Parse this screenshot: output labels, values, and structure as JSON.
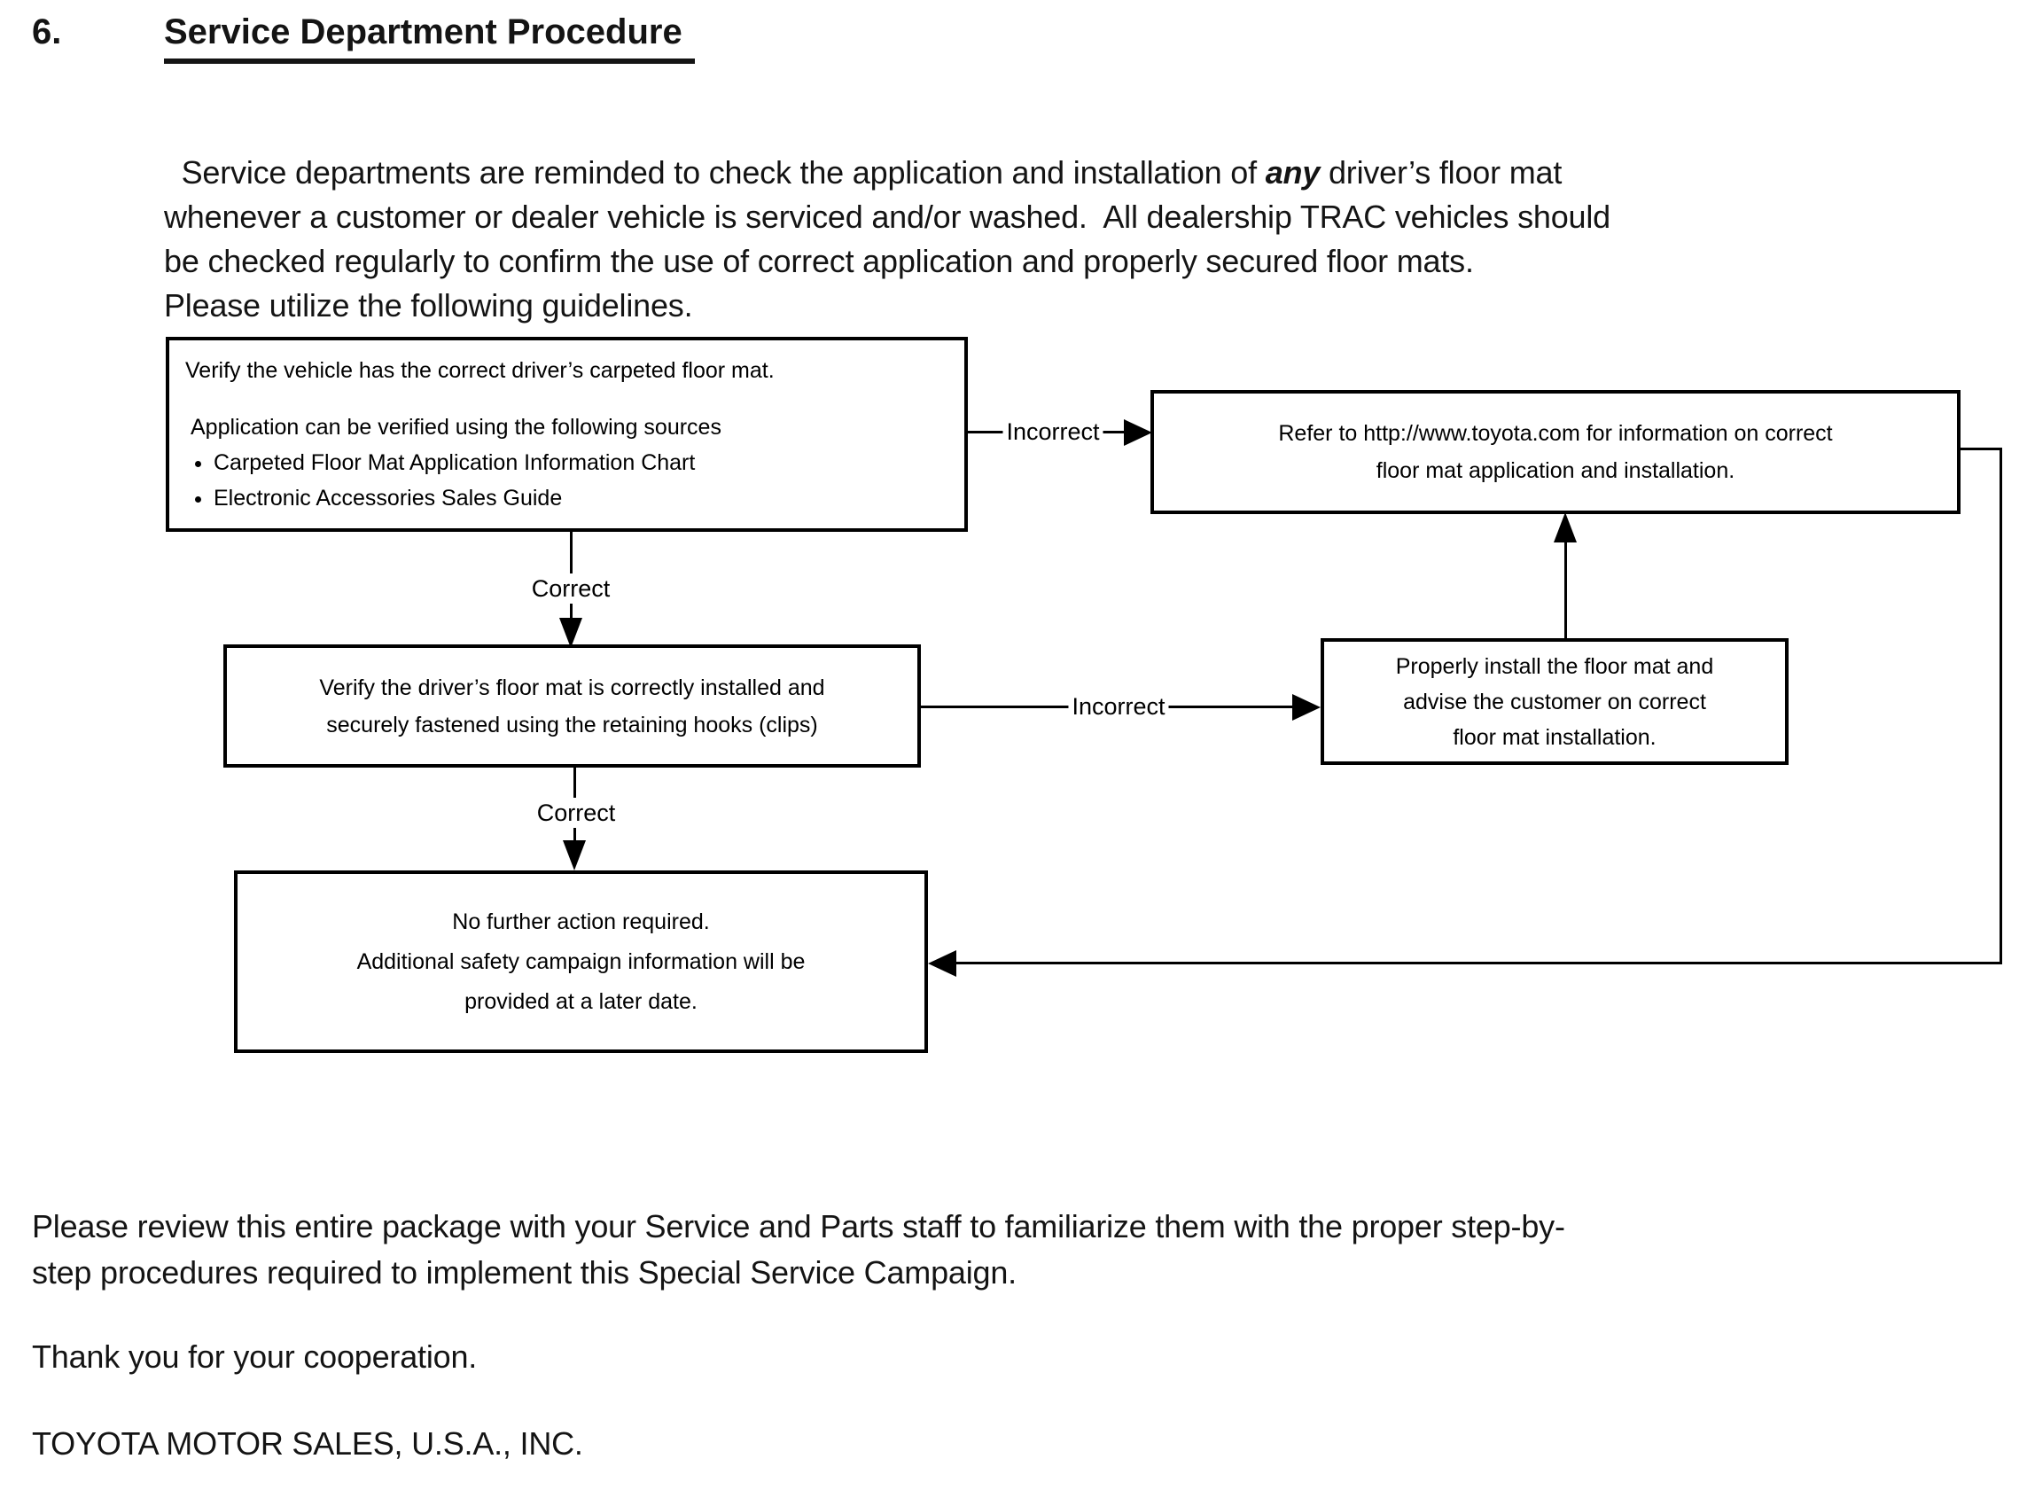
{
  "document": {
    "section_number": "6.",
    "section_title": "Service Department Procedure",
    "intro": {
      "part1": "Service departments are reminded to check the application and installation of ",
      "emphasis": "any",
      "part2": " driver’s floor mat\nwhenever a customer or dealer vehicle is serviced and/or washed.  All dealership TRAC vehicles should\nbe checked regularly to confirm the use of correct application and properly secured floor mats.\nPlease utilize the following guidelines."
    },
    "flowchart": {
      "verify_mat_box": {
        "title": "Verify the vehicle has the correct driver’s carpeted floor mat.",
        "subtitle": "Application can be verified using the following sources",
        "bullets": [
          "Carpeted Floor Mat Application Information Chart",
          "Electronic Accessories Sales Guide"
        ]
      },
      "refer_box": "Refer to http://www.toyota.com for information on correct\nfloor mat application and installation.",
      "verify_install_box": "Verify the driver’s floor mat is correctly installed and\nsecurely fastened using the retaining hooks (clips)",
      "properly_install_box": "Properly install the floor mat and\nadvise the customer on correct\nfloor mat installation.",
      "no_action_box": "No further action required.\nAdditional safety campaign information will be\nprovided at a later date.",
      "labels": {
        "correct_top": "Correct",
        "incorrect_top": "Incorrect",
        "correct_bottom": "Correct",
        "incorrect_middle": "Incorrect"
      }
    },
    "closing": {
      "review": "Please review this entire package with your Service and Parts staff to familiarize them with the proper step-by-\nstep procedures required to implement this Special Service Campaign.",
      "thanks": "Thank you for your cooperation.",
      "signature": "TOYOTA MOTOR SALES, U.S.A., INC."
    },
    "colors": {
      "ink": "#141414",
      "paper": "#ffffff"
    }
  }
}
